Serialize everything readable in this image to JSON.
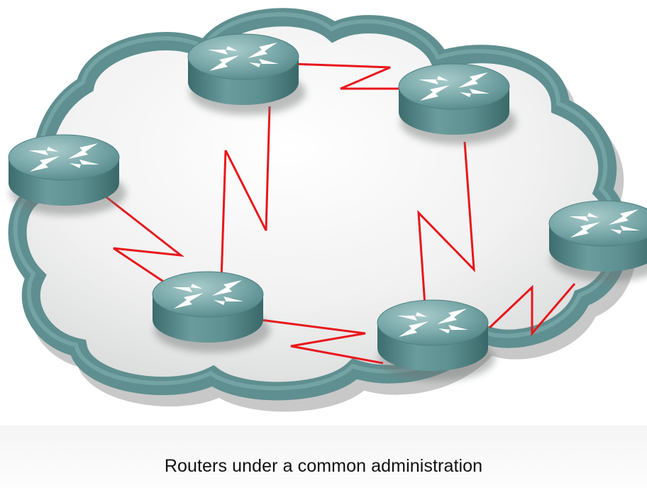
{
  "caption": "Routers under a common administration",
  "colors": {
    "background": "#ffffff",
    "cloud_rim": "#5f8f90",
    "cloud_inner": "#e9e9e9",
    "router_top": "#6fa0a1",
    "router_side": "#4d7f80",
    "link": "#e8161b",
    "arrows": "#ffffff"
  },
  "diagram": {
    "nodes": [
      {
        "id": "router-1",
        "icon": "router-icon"
      },
      {
        "id": "router-2",
        "icon": "router-icon"
      },
      {
        "id": "router-3",
        "icon": "router-icon"
      },
      {
        "id": "router-4",
        "icon": "router-icon"
      },
      {
        "id": "router-5",
        "icon": "router-icon"
      },
      {
        "id": "router-6",
        "icon": "router-icon"
      }
    ],
    "edges": [
      {
        "from": "router-2",
        "to": "router-3",
        "type": "serial"
      },
      {
        "from": "router-2",
        "to": "router-5",
        "type": "serial"
      },
      {
        "from": "router-3",
        "to": "router-6",
        "type": "serial"
      },
      {
        "from": "router-1",
        "to": "router-5",
        "type": "serial"
      },
      {
        "from": "router-5",
        "to": "router-6",
        "type": "serial"
      },
      {
        "from": "router-6",
        "to": "router-4",
        "type": "serial"
      }
    ]
  }
}
